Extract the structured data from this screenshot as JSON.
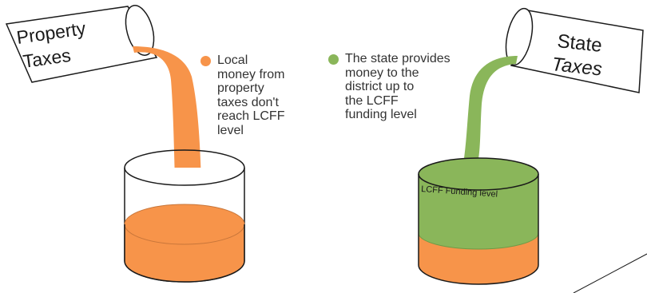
{
  "left_can": {
    "label_line1": "Property",
    "label_line2": "Taxes"
  },
  "right_can": {
    "label_line1": "State",
    "label_line2": "Taxes"
  },
  "left_caption": {
    "lines": [
      "Local",
      "money from",
      "property",
      "taxes don't",
      "reach LCFF",
      "level"
    ]
  },
  "right_caption": {
    "lines": [
      "The state provides",
      "money to the",
      "district up to",
      "the LCFF",
      "funding level"
    ]
  },
  "right_glass": {
    "fill_label": "LCFF Funding level"
  },
  "colors": {
    "local_money": "#f7944a",
    "state_money": "#8ab65a",
    "outline": "#1a1a1a"
  }
}
